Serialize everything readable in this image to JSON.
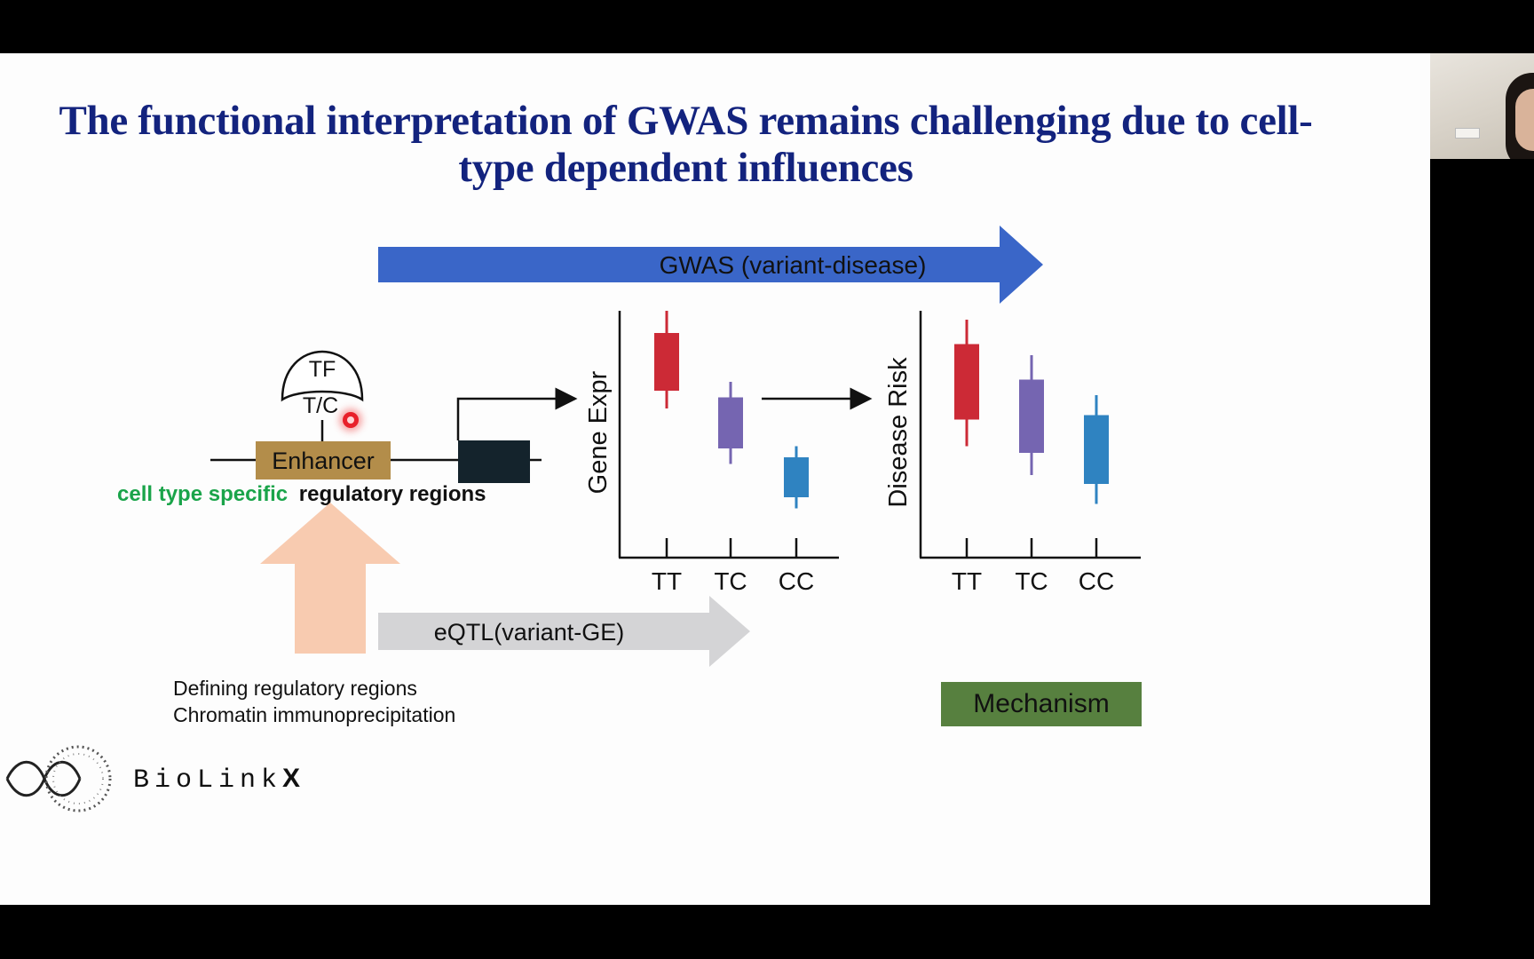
{
  "slide": {
    "title_line1": "The functional interpretation of GWAS remains challenging due to cell-",
    "title_line2": "type dependent influences"
  },
  "diagram": {
    "gwas_arrow_label": "GWAS (variant-disease)",
    "eqtl_arrow_label": "eQTL(variant-GE)",
    "tf_label": "TF",
    "allele_label": "T/C",
    "enhancer_label": "Enhancer",
    "region_label_green": "cell type specific",
    "region_label_black": "regulatory regions",
    "mechanism_label": "Mechanism",
    "caption_line1": "Defining regulatory regions",
    "caption_line2": "Chromatin immunoprecipitation"
  },
  "colors": {
    "title": "#13237e",
    "gwas_arrow": "#3a66c8",
    "eqtl_arrow": "#d4d4d6",
    "enhancer": "#b38d4a",
    "gene_box": "#14232c",
    "up_arrow": "#f8cbb0",
    "green_text": "#1aa44a",
    "mechanism_box": "#57803f",
    "TT": "#cc2a36",
    "TC": "#7565b1",
    "CC": "#2f83c1"
  },
  "chart_data": [
    {
      "type": "boxplot",
      "ylabel": "Gene Expr",
      "xlabel": "",
      "categories": [
        "TT",
        "TC",
        "CC"
      ],
      "ylim": [
        0,
        10
      ],
      "series": [
        {
          "name": "TT",
          "whisker_low": 5.6,
          "q1": 6.4,
          "q3": 9.0,
          "whisker_high": 10.0
        },
        {
          "name": "TC",
          "whisker_low": 3.1,
          "q1": 3.8,
          "q3": 6.1,
          "whisker_high": 6.8
        },
        {
          "name": "CC",
          "whisker_low": 1.1,
          "q1": 1.6,
          "q3": 3.4,
          "whisker_high": 3.9
        }
      ]
    },
    {
      "type": "boxplot",
      "ylabel": "Disease Risk",
      "xlabel": "",
      "categories": [
        "TT",
        "TC",
        "CC"
      ],
      "ylim": [
        0,
        10
      ],
      "series": [
        {
          "name": "TT",
          "whisker_low": 3.9,
          "q1": 5.1,
          "q3": 8.5,
          "whisker_high": 9.6
        },
        {
          "name": "TC",
          "whisker_low": 2.6,
          "q1": 3.6,
          "q3": 6.9,
          "whisker_high": 8.0
        },
        {
          "name": "CC",
          "whisker_low": 1.3,
          "q1": 2.2,
          "q3": 5.3,
          "whisker_high": 6.2
        }
      ]
    }
  ]
}
